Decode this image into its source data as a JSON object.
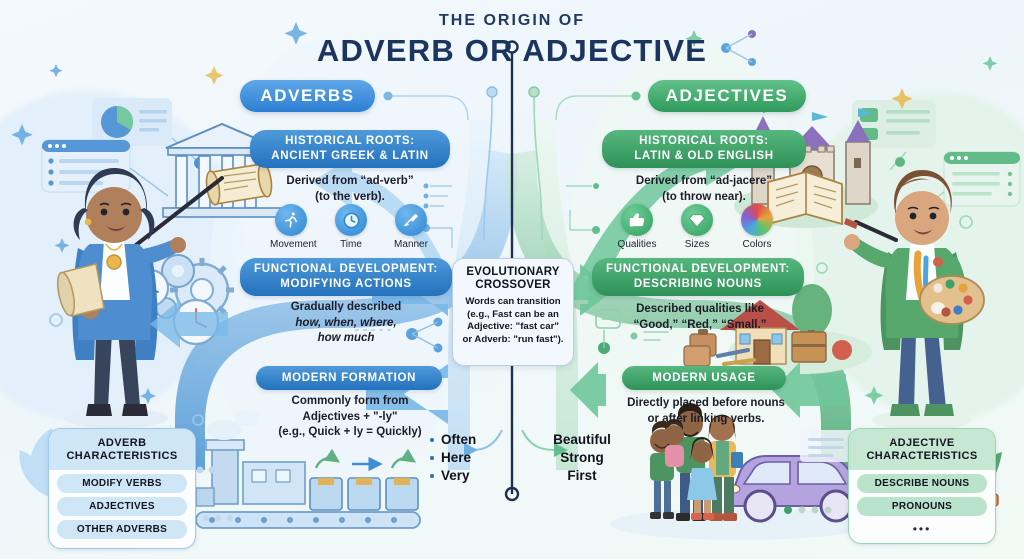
{
  "title": {
    "line1": "THE ORIGIN OF",
    "line2": "ADVERB OR ADJECTIVE"
  },
  "colors": {
    "adverb_accent": "#2d7fd4",
    "adjective_accent": "#2f9a5c",
    "title": "#1b3460",
    "background": "#f1f8fc"
  },
  "adverb": {
    "pill_label": "ADVERBS",
    "historical": {
      "heading": "HISTORICAL ROOTS:\nANCIENT GREEK & LATIN",
      "heading_line1": "HISTORICAL ROOTS:",
      "heading_line2": "ANCIENT GREEK & LATIN",
      "body_line1": "Derived from “ad-verb”",
      "body_line2": "(to the verb).",
      "icons": [
        {
          "name": "running-icon",
          "glyph": "🏃",
          "label": "Movement"
        },
        {
          "name": "clock-icon",
          "glyph": "🕓",
          "label": "Time"
        },
        {
          "name": "brush-icon",
          "glyph": "✒",
          "label": "Manner"
        }
      ]
    },
    "functional": {
      "heading_line1": "FUNCTIONAL DEVELOPMENT:",
      "heading_line2": "MODIFYING ACTIONS",
      "body_line1": "Gradually described",
      "body_line2": "how, when, where,",
      "body_line3": "how much"
    },
    "modern": {
      "heading": "MODERN FORMATION",
      "body_line1": "Commonly form from",
      "body_line2": "Adjectives + \"-ly\"",
      "body_line3": "(e.g., Quick + ly = Quickly)"
    },
    "examples": [
      "Often",
      "Here",
      "Very"
    ],
    "characteristics": {
      "heading_line1": "ADVERB",
      "heading_line2": "CHARACTERISTICS",
      "chips": [
        "MODIFY VERBS",
        "ADJECTIVES",
        "OTHER ADVERBS"
      ]
    }
  },
  "adjective": {
    "pill_label": "ADJECTIVES",
    "historical": {
      "heading_line1": "HISTORICAL ROOTS:",
      "heading_line2": "LATIN & OLD ENGLISH",
      "body_line1": "Derived from “ad-jacere”",
      "body_line2": "(to throw near).",
      "icons": [
        {
          "name": "thumbs-up-icon",
          "glyph": "👍",
          "label": "Qualities"
        },
        {
          "name": "diamond-icon",
          "glyph": "◆",
          "label": "Sizes"
        },
        {
          "name": "color-wheel-icon",
          "glyph": "",
          "label": "Colors"
        }
      ]
    },
    "functional": {
      "heading_line1": "FUNCTIONAL DEVELOPMENT:",
      "heading_line2": "DESCRIBING NOUNS",
      "body_line1": "Described qualities like",
      "body_line2": "“Good,” “Red,” “Small.”"
    },
    "modern": {
      "heading": "MODERN USAGE",
      "body_line1": "Directly placed before nouns",
      "body_line2": "or after linking verbs."
    },
    "examples": [
      "Beautiful",
      "Strong",
      "First"
    ],
    "characteristics": {
      "heading_line1": "ADJECTIVE",
      "heading_line2": "CHARACTERISTICS",
      "chips": [
        "DESCRIBE NOUNS",
        "PRONOUNS"
      ],
      "more_indicator": "•••"
    }
  },
  "center": {
    "heading_line1": "EVOLUTIONARY",
    "heading_line2": "CROSSOVER",
    "body_line1": "Words can transition",
    "body_line2": "(e.g., Fast can be an",
    "body_line3": "Adjective: \"fast car\"",
    "body_line4": "or Adverb: \"run fast\")."
  },
  "illustrations": {
    "left_character": "teacher-woman-with-pointer",
    "left_props": [
      "greek-temple-icon",
      "scroll-icon",
      "gears-and-clocks-icon",
      "factory-conveyor-icon"
    ],
    "right_character": "artist-man-with-palette",
    "right_props": [
      "castle-icon",
      "open-book-icon",
      "house-and-toys-icon",
      "family-and-car-icon",
      "potted-plant-icon"
    ]
  }
}
